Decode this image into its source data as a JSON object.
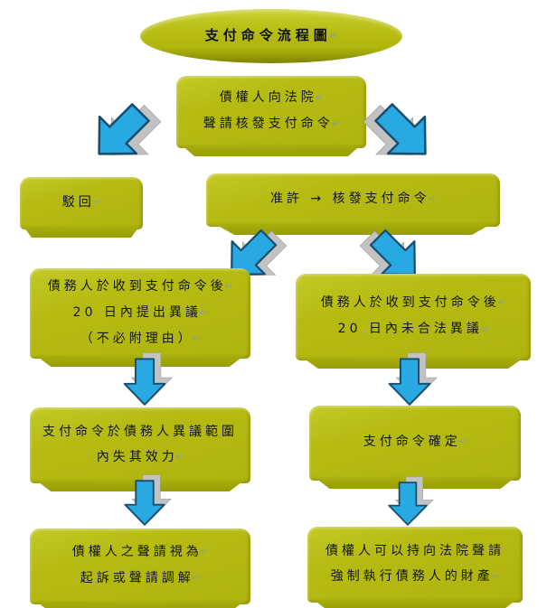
{
  "pilcrow": "↵",
  "diagram": {
    "title": {
      "text": "支付命令流程圖"
    },
    "nodes": {
      "apply": {
        "line1": "債權人向法院",
        "line2": "聲請核發支付命令"
      },
      "reject": {
        "line1": "駁回"
      },
      "grant": {
        "line1": "准許 → 核發支付命令"
      },
      "objection": {
        "line1": "債務人於收到支付命令後",
        "line2": "20 日內提出異議",
        "line3": "（不必附理由）"
      },
      "no_objection": {
        "line1": "債務人於收到支付命令後",
        "line2": "20 日內未合法異議"
      },
      "invalidated": {
        "line1": "支付命令於債務人異議範圍",
        "line2": "內失其效力"
      },
      "finalized": {
        "line1": "支付命令確定"
      },
      "deemed_lawsuit": {
        "line1": "債權人之聲請視為",
        "line2": "起訴或聲請調解"
      },
      "enforcement": {
        "line1": "債權人可以持向法院聲請",
        "line2": "強制執行債務人的財產"
      }
    },
    "arrows": {
      "apply_to_reject": {
        "direction": "down-left"
      },
      "apply_to_grant": {
        "direction": "down-right"
      },
      "grant_to_objection": {
        "direction": "down-left"
      },
      "grant_to_no_objection": {
        "direction": "down-right"
      },
      "objection_to_invalidated": {
        "direction": "down"
      },
      "no_objection_to_finalized": {
        "direction": "down"
      },
      "invalidated_to_deemed_lawsuit": {
        "direction": "down"
      },
      "finalized_to_enforcement": {
        "direction": "down"
      }
    },
    "colors": {
      "node_fill": "#b5bb12",
      "node_bevel": "#9aa007",
      "ellipse_rim": "#7e8400",
      "arrow_fill": "#29a9e1",
      "arrow_outline": "#174e70",
      "arrow_shadow": "#c2c2c2",
      "text": "#141414",
      "paragraph_mark": "#8b9aa8",
      "background": "#ffffff"
    }
  }
}
